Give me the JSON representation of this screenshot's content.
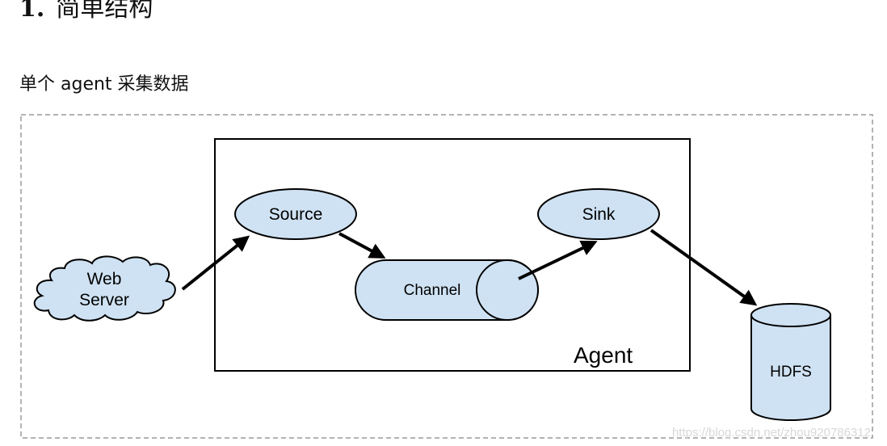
{
  "heading": {
    "number": "1.",
    "text": "简单结构"
  },
  "subtitle": "单个 agent 采集数据",
  "diagram": {
    "web_server_line1": "Web",
    "web_server_line2": "Server",
    "source": "Source",
    "channel": "Channel",
    "sink": "Sink",
    "agent": "Agent",
    "hdfs": "HDFS",
    "watermark": "https://blog.csdn.net/zhou920786312",
    "colors": {
      "node_fill": "#cfe2f3",
      "stroke": "#000000",
      "dashed_border": "#9a9a9a"
    }
  }
}
